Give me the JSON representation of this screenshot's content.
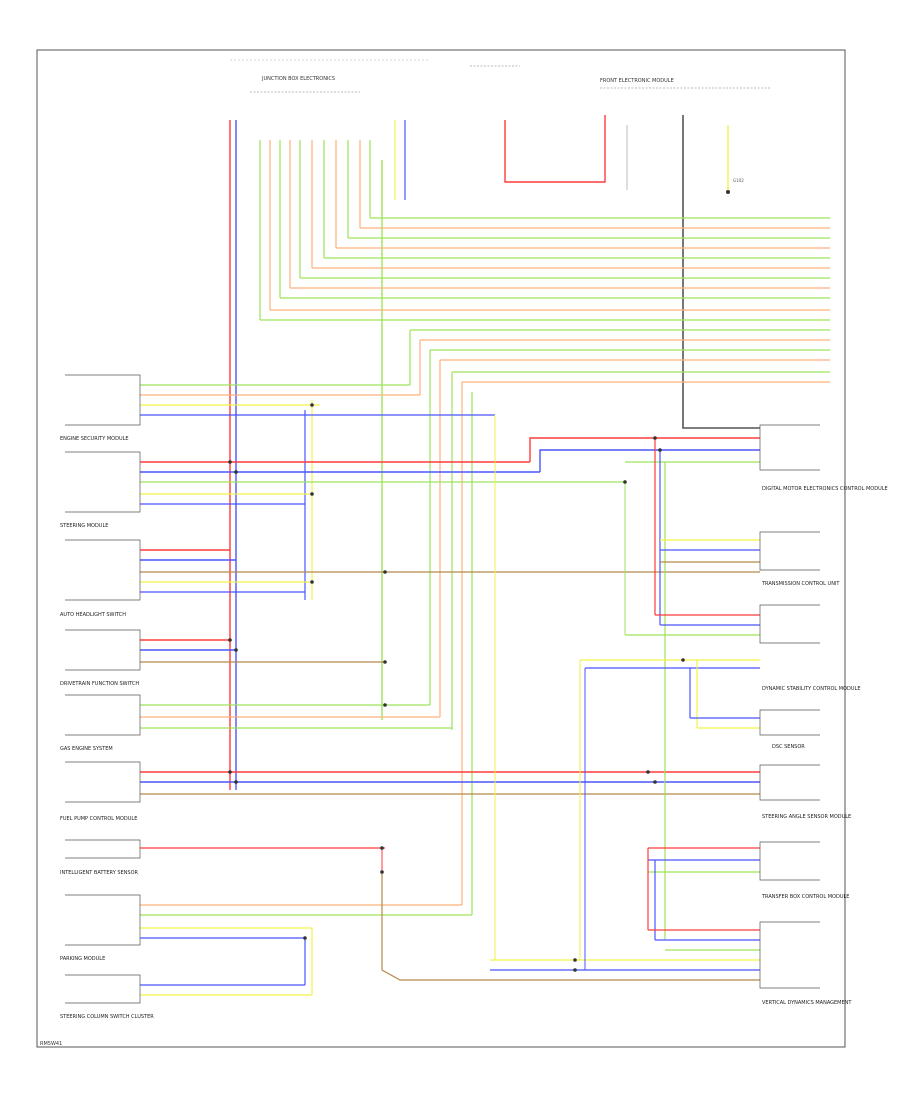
{
  "colors": {
    "red": "#ff3b3b",
    "blue": "#4a55ff",
    "green": "#9ee35a",
    "yellow": "#f2f24a",
    "orange": "#ffb07a",
    "brown": "#b48a4a",
    "violet": "#a070d0",
    "gray": "#555555",
    "frame": "#555555"
  },
  "footer_code": "RM5W41",
  "modules": [
    {
      "id": "m1",
      "title": "ENGINE SECURITY MODULE"
    },
    {
      "id": "m2",
      "title": "STEERING MODULE"
    },
    {
      "id": "m3",
      "title": "AUTO HEADLIGHT SWITCH"
    },
    {
      "id": "m4",
      "title": "DRIVETRAIN FUNCTION SWITCH"
    },
    {
      "id": "m5",
      "title": "GAS ENGINE SYSTEM"
    },
    {
      "id": "m6",
      "title": "FUEL PUMP CONTROL MODULE"
    },
    {
      "id": "m7",
      "title": "INTELLIGENT BATTERY SENSOR"
    },
    {
      "id": "m8",
      "title": "PARKING MODULE"
    },
    {
      "id": "m9",
      "title": "STEERING COLUMN SWITCH CLUSTER"
    },
    {
      "id": "r1",
      "title": "DIGITAL MOTOR ELECTRONICS CONTROL MODULE"
    },
    {
      "id": "r2",
      "title": "TRANSMISSION CONTROL UNIT"
    },
    {
      "id": "r3",
      "title": "DYNAMIC STABILITY CONTROL MODULE"
    },
    {
      "id": "r4",
      "title": "DSC SENSOR"
    },
    {
      "id": "r5",
      "title": "STEERING ANGLE SENSOR MODULE"
    },
    {
      "id": "r6",
      "title": "TRANSFER BOX CONTROL MODULE"
    },
    {
      "id": "r7",
      "title": "VERTICAL DYNAMICS MANAGEMENT"
    }
  ],
  "top": {
    "center_module": "JUNCTION BOX ELECTRONICS",
    "left_module": "FRONT ELECTRONIC MODULE",
    "ground": "G102"
  }
}
